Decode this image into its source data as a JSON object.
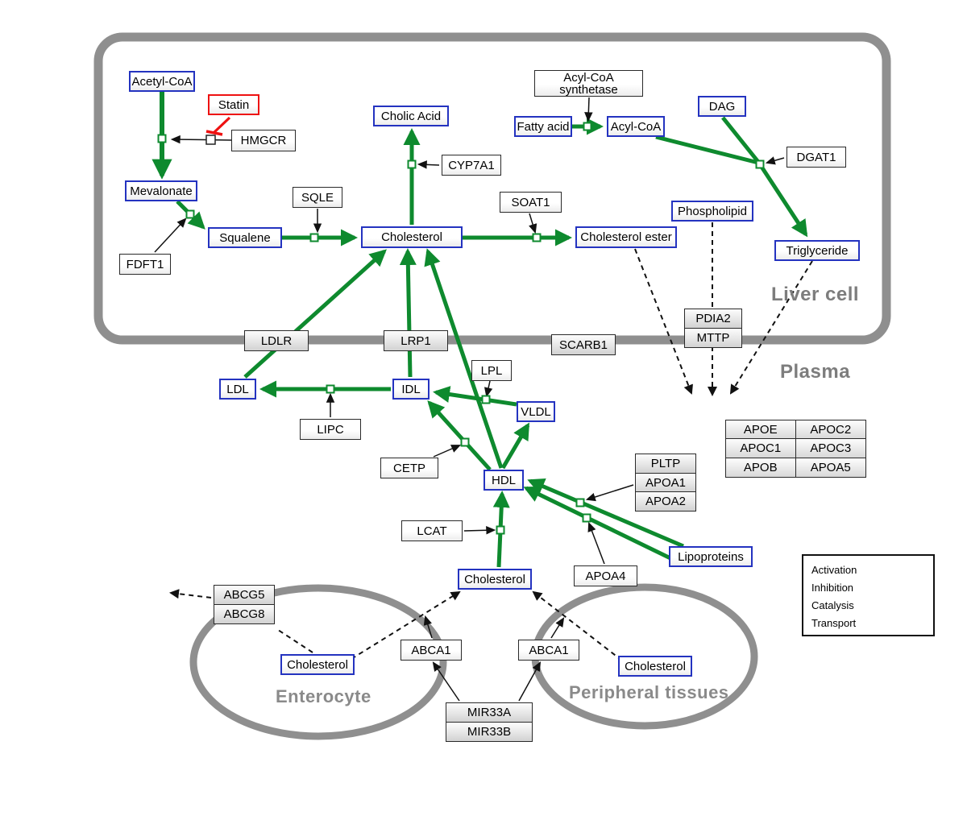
{
  "regions": {
    "liver": "Liver cell",
    "plasma": "Plasma",
    "enterocyte": "Enterocyte",
    "peripheral": "Peripheral tissues"
  },
  "nodes": {
    "acetyl_coa": "Acetyl-CoA",
    "statin": "Statin",
    "hmgcr": "HMGCR",
    "mevalonate": "Mevalonate",
    "fdft1": "FDFT1",
    "squalene": "Squalene",
    "sqle": "SQLE",
    "cholic_acid": "Cholic Acid",
    "cyp7a1": "CYP7A1",
    "cholesterol_liver": "Cholesterol",
    "soat1": "SOAT1",
    "cholesterol_ester": "Cholesterol ester",
    "acyl_coa_synthetase_line1": "Acyl-CoA",
    "acyl_coa_synthetase_line2": "synthetase",
    "fatty_acid": "Fatty acid",
    "acyl_coa": "Acyl-CoA",
    "dag": "DAG",
    "dgat1": "DGAT1",
    "phospholipid": "Phospholipid",
    "triglyceride": "Triglyceride",
    "ldlr": "LDLR",
    "lrp1": "LRP1",
    "scarb1": "SCARB1",
    "pdia2": "PDIA2",
    "mttp": "MTTP",
    "ldl": "LDL",
    "idl": "IDL",
    "lipc": "LIPC",
    "lpl": "LPL",
    "vldl": "VLDL",
    "cetp": "CETP",
    "hdl": "HDL",
    "pltp": "PLTP",
    "apoa1": "APOA1",
    "apoa2": "APOA2",
    "lcat": "LCAT",
    "apoa4": "APOA4",
    "lipoproteins": "Lipoproteins",
    "cholesterol_plasma": "Cholesterol",
    "abcg5": "ABCG5",
    "abcg8": "ABCG8",
    "cholesterol_enterocyte": "Cholesterol",
    "abca1_enterocyte": "ABCA1",
    "abca1_peripheral": "ABCA1",
    "cholesterol_peripheral": "Cholesterol",
    "mir33a": "MIR33A",
    "mir33b": "MIR33B"
  },
  "apo_table": {
    "rows": [
      [
        "APOE",
        "APOC2"
      ],
      [
        "APOC1",
        "APOC3"
      ],
      [
        "APOB",
        "APOA5"
      ]
    ]
  },
  "legend": {
    "activation": "Activation",
    "inhibition": "Inhibition",
    "catalysis": "Catalysis",
    "transport": "Transport"
  },
  "colors": {
    "activation_green": "#0e8a2e",
    "inhibition_red": "#ee1111",
    "metabolite_blue": "#2433c0",
    "membrane_gray": "#8f8f8f"
  }
}
